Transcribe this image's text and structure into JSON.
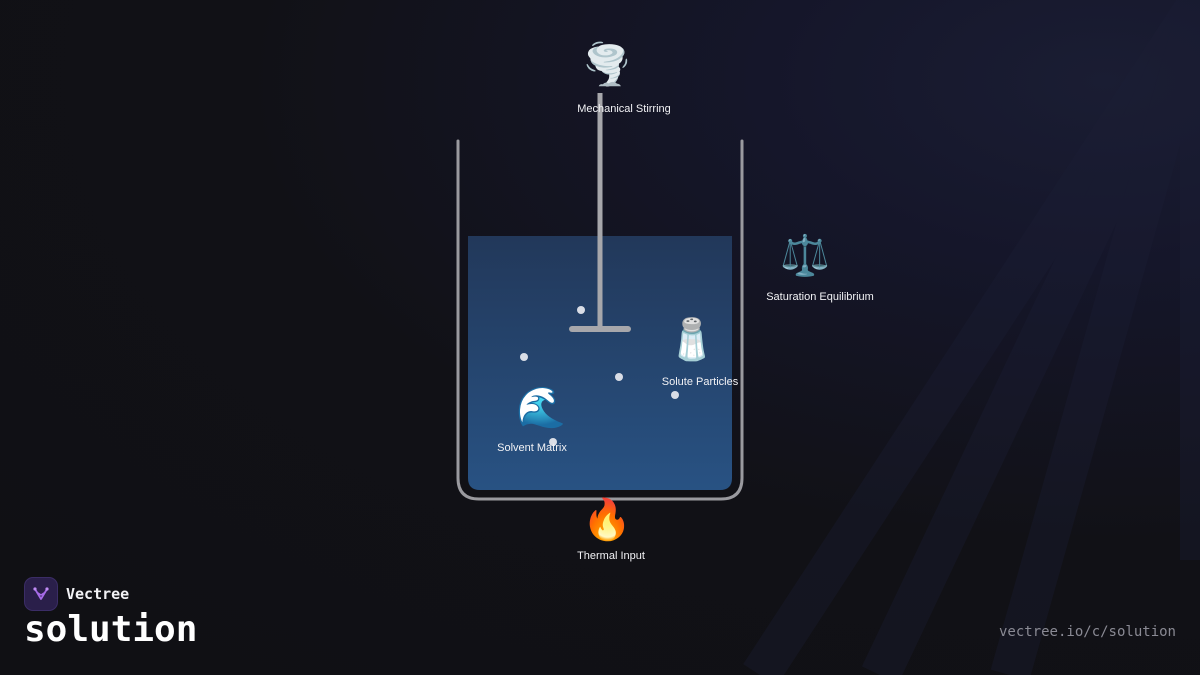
{
  "brand": {
    "name": "Vectree"
  },
  "page": {
    "title": "solution",
    "url": "vectree.io/c/solution"
  },
  "diagram": {
    "nodes": {
      "stirring": {
        "label": "Mechanical Stirring",
        "icon": "tornado-icon",
        "glyph": "🌪️"
      },
      "equilibrium": {
        "label": "Saturation Equilibrium",
        "icon": "balance-scale-icon",
        "glyph": "⚖️"
      },
      "solute": {
        "label": "Solute Particles",
        "icon": "salt-shaker-icon",
        "glyph": "🧂"
      },
      "solvent": {
        "label": "Solvent Matrix",
        "icon": "water-wave-icon",
        "glyph": "🌊"
      },
      "thermal": {
        "label": "Thermal Input",
        "icon": "fire-icon",
        "glyph": "🔥"
      }
    }
  },
  "colors": {
    "background": "#111116",
    "liquid_top": "#22385a",
    "liquid_bottom": "#285283",
    "beaker": "#9a9a9f",
    "particle": "#d9dde6",
    "logo_bg": "#2a1f4a",
    "logo_mark": "#a66be8"
  }
}
